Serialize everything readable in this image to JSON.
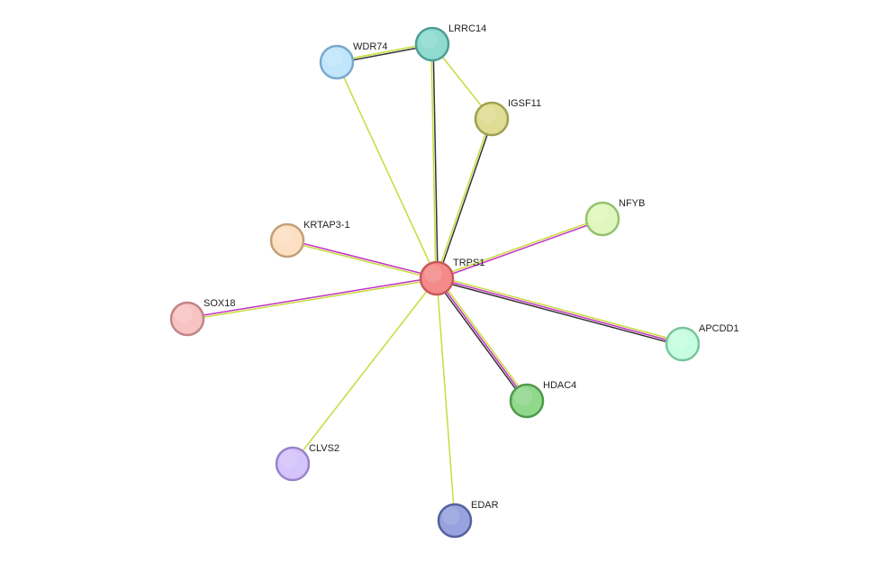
{
  "network": {
    "nodes": [
      {
        "id": "TRPS1",
        "label": "TRPS1",
        "color": "#f48a8a",
        "stroke": "#c85a5a"
      },
      {
        "id": "WDR74",
        "label": "WDR74",
        "color": "#c1e6fb",
        "stroke": "#78a9cd"
      },
      {
        "id": "LRRC14",
        "label": "LRRC14",
        "color": "#8fdbd0",
        "stroke": "#4d9e93"
      },
      {
        "id": "IGSF11",
        "label": "IGSF11",
        "color": "#dedd93",
        "stroke": "#a0a051"
      },
      {
        "id": "NFYB",
        "label": "NFYB",
        "color": "#dff7be",
        "stroke": "#93c26e"
      },
      {
        "id": "KRTAP3-1",
        "label": "KRTAP3-1",
        "color": "#fde0c3",
        "stroke": "#c49e78"
      },
      {
        "id": "SOX18",
        "label": "SOX18",
        "color": "#f8c3c3",
        "stroke": "#c08585"
      },
      {
        "id": "APCDD1",
        "label": "APCDD1",
        "color": "#c6fde0",
        "stroke": "#7cc59d"
      },
      {
        "id": "HDAC4",
        "label": "HDAC4",
        "color": "#90d88c",
        "stroke": "#4f9a4c"
      },
      {
        "id": "CLVS2",
        "label": "CLVS2",
        "color": "#d5c3fb",
        "stroke": "#9983c9"
      },
      {
        "id": "EDAR",
        "label": "EDAR",
        "color": "#97a2de",
        "stroke": "#56609e"
      }
    ],
    "edge_colors": {
      "textmining": "#c6dc3c",
      "coexpression": "#333333",
      "experiments": "#c330c3"
    },
    "edges": [
      {
        "from": "TRPS1",
        "to": "WDR74",
        "types": [
          "textmining"
        ]
      },
      {
        "from": "TRPS1",
        "to": "LRRC14",
        "types": [
          "textmining",
          "coexpression"
        ]
      },
      {
        "from": "TRPS1",
        "to": "IGSF11",
        "types": [
          "textmining",
          "coexpression"
        ]
      },
      {
        "from": "TRPS1",
        "to": "NFYB",
        "types": [
          "textmining",
          "experiments"
        ]
      },
      {
        "from": "TRPS1",
        "to": "KRTAP3-1",
        "types": [
          "textmining",
          "experiments"
        ]
      },
      {
        "from": "TRPS1",
        "to": "SOX18",
        "types": [
          "textmining",
          "experiments"
        ]
      },
      {
        "from": "TRPS1",
        "to": "APCDD1",
        "types": [
          "textmining",
          "experiments",
          "coexpression"
        ]
      },
      {
        "from": "TRPS1",
        "to": "HDAC4",
        "types": [
          "textmining",
          "experiments",
          "coexpression"
        ]
      },
      {
        "from": "TRPS1",
        "to": "CLVS2",
        "types": [
          "textmining"
        ]
      },
      {
        "from": "TRPS1",
        "to": "EDAR",
        "types": [
          "textmining"
        ]
      },
      {
        "from": "WDR74",
        "to": "LRRC14",
        "types": [
          "textmining",
          "coexpression"
        ]
      },
      {
        "from": "LRRC14",
        "to": "IGSF11",
        "types": [
          "textmining"
        ]
      }
    ]
  }
}
